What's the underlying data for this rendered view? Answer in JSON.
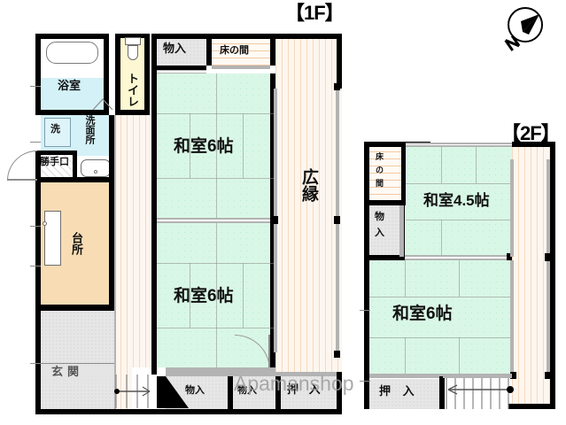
{
  "document": {
    "type": "floor-plan",
    "watermark": "Apamanshop"
  },
  "floors": [
    {
      "id": "1F",
      "tag": "【1F】",
      "rooms": [
        {
          "name": "浴室",
          "label": "浴室",
          "kind": "bath"
        },
        {
          "name": "トイレ",
          "label": "トイレ",
          "kind": "toilet"
        },
        {
          "name": "洗",
          "label": "洗",
          "kind": "laundry"
        },
        {
          "name": "洗面所",
          "label": "洗面所",
          "kind": "washroom"
        },
        {
          "name": "勝手口",
          "label": "勝手口",
          "kind": "service-door"
        },
        {
          "name": "台所",
          "label": "台所",
          "kind": "kitchen"
        },
        {
          "name": "玄関",
          "label": "玄関",
          "kind": "entrance"
        },
        {
          "name": "物入-1",
          "label": "物入",
          "kind": "closet"
        },
        {
          "name": "床の間",
          "label": "床の間",
          "kind": "alcove"
        },
        {
          "name": "和室6帖-上",
          "label": "和室6帖",
          "kind": "tatami"
        },
        {
          "name": "和室6帖-下",
          "label": "和室6帖",
          "kind": "tatami"
        },
        {
          "name": "広縁",
          "label": "広縁",
          "kind": "veranda"
        },
        {
          "name": "物入-2",
          "label": "物入",
          "kind": "closet"
        },
        {
          "name": "物入-3",
          "label": "物入",
          "kind": "closet"
        },
        {
          "name": "押入-1",
          "label": "押 入",
          "kind": "oshiire"
        }
      ]
    },
    {
      "id": "2F",
      "tag": "【2F】",
      "rooms": [
        {
          "name": "床の間-2f",
          "label": "床の間",
          "kind": "alcove"
        },
        {
          "name": "物入-2f",
          "label": "物入",
          "kind": "closet"
        },
        {
          "name": "和室4.5帖",
          "label": "和室4.5帖",
          "kind": "tatami"
        },
        {
          "name": "和室6帖-2f",
          "label": "和室6帖",
          "kind": "tatami"
        },
        {
          "name": "押入-2f",
          "label": "押 入",
          "kind": "oshiire"
        },
        {
          "name": "階段",
          "label": "",
          "kind": "stairs"
        },
        {
          "name": "バルコニー",
          "label": "",
          "kind": "balcony"
        }
      ]
    }
  ],
  "labels": {
    "floor1_tag": "【1F】",
    "floor2_tag": "【2F】",
    "bath": "浴室",
    "toilet": "トイレ",
    "laundry": "洗",
    "washroom": "洗面所",
    "service_door": "勝手口",
    "kitchen": "台所",
    "entrance": "玄関",
    "closet": "物入",
    "alcove_1f": "床の間",
    "alcove_2f_l1": "床",
    "alcove_2f_l2": "の",
    "alcove_2f_l3": "間",
    "closet_2f_l1": "物",
    "closet_2f_l2": "入",
    "tatami6_upper": "和室6帖",
    "tatami6_lower": "和室6帖",
    "veranda": "広縁",
    "closet_b1": "物入",
    "closet_b2": "物入",
    "oshiire_1f": "押 入",
    "tatami45": "和室4.5帖",
    "tatami6_2f": "和室6帖",
    "oshiire_2f": "押 入",
    "compass_n": "N"
  },
  "colors": {
    "tatami": "#d9f7e6",
    "kitchen": "#f7dcb4",
    "bath": "#d3f1f7",
    "toilet": "#fdf8d2",
    "gray": "#e4e4e4",
    "wall": "#000000",
    "wood": "#fdf6ef",
    "watermark": "#9d9d9d"
  }
}
